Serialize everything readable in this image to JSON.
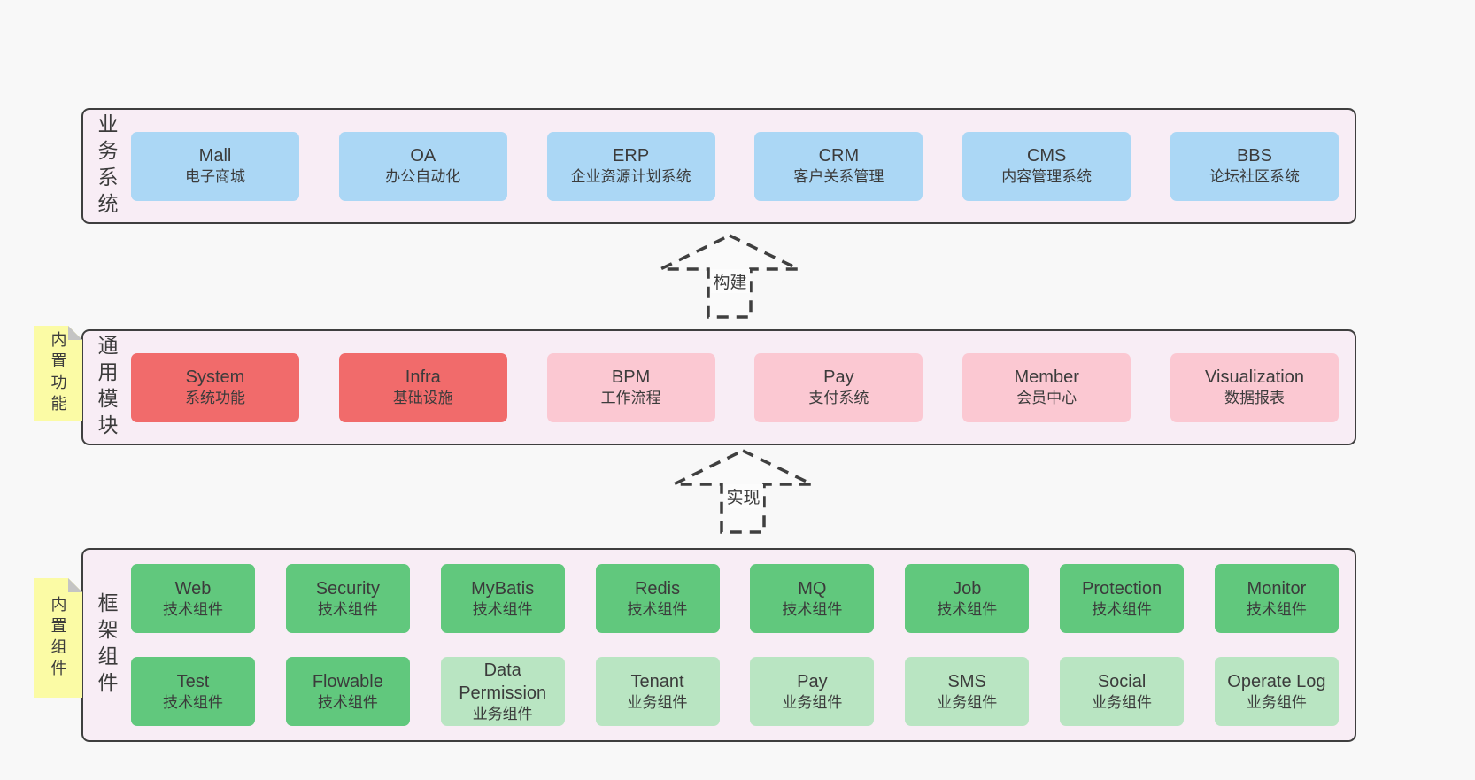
{
  "colors": {
    "page_bg": "#f8f8f8",
    "band_bg": "#f8edf5",
    "band_border": "#3f3f3f",
    "text": "#3b3b3b",
    "blue": "#abd7f5",
    "red": "#f16b6b",
    "pink": "#fbc8d2",
    "green_dark": "#61c87d",
    "green_light": "#b9e5c2",
    "sticky_yellow": "#fbfba5",
    "sticky_fold": "#c4c4c4"
  },
  "bands": [
    {
      "label": "业务系统",
      "sticky": null,
      "rows": [
        [
          {
            "name": "Mall",
            "desc": "电子商城",
            "variant": "blue"
          },
          {
            "name": "OA",
            "desc": "办公自动化",
            "variant": "blue"
          },
          {
            "name": "ERP",
            "desc": "企业资源计划系统",
            "variant": "blue"
          },
          {
            "name": "CRM",
            "desc": "客户关系管理",
            "variant": "blue"
          },
          {
            "name": "CMS",
            "desc": "内容管理系统",
            "variant": "blue"
          },
          {
            "name": "BBS",
            "desc": "论坛社区系统",
            "variant": "blue"
          }
        ]
      ]
    },
    {
      "label": "通用模块",
      "sticky": "内置功能",
      "rows": [
        [
          {
            "name": "System",
            "desc": "系统功能",
            "variant": "red"
          },
          {
            "name": "Infra",
            "desc": "基础设施",
            "variant": "red"
          },
          {
            "name": "BPM",
            "desc": "工作流程",
            "variant": "pink"
          },
          {
            "name": "Pay",
            "desc": "支付系统",
            "variant": "pink"
          },
          {
            "name": "Member",
            "desc": "会员中心",
            "variant": "pink"
          },
          {
            "name": "Visualization",
            "desc": "数据报表",
            "variant": "pink"
          }
        ]
      ]
    },
    {
      "label": "框架组件",
      "sticky": "内置组件",
      "rows": [
        [
          {
            "name": "Web",
            "desc": "技术组件",
            "variant": "green"
          },
          {
            "name": "Security",
            "desc": "技术组件",
            "variant": "green"
          },
          {
            "name": "MyBatis",
            "desc": "技术组件",
            "variant": "green"
          },
          {
            "name": "Redis",
            "desc": "技术组件",
            "variant": "green"
          },
          {
            "name": "MQ",
            "desc": "技术组件",
            "variant": "green"
          },
          {
            "name": "Job",
            "desc": "技术组件",
            "variant": "green"
          },
          {
            "name": "Protection",
            "desc": "技术组件",
            "variant": "green"
          },
          {
            "name": "Monitor",
            "desc": "技术组件",
            "variant": "green"
          }
        ],
        [
          {
            "name": "Test",
            "desc": "技术组件",
            "variant": "green"
          },
          {
            "name": "Flowable",
            "desc": "技术组件",
            "variant": "green"
          },
          {
            "name": "Data Permission",
            "desc": "业务组件",
            "variant": "green-light"
          },
          {
            "name": "Tenant",
            "desc": "业务组件",
            "variant": "green-light"
          },
          {
            "name": "Pay",
            "desc": "业务组件",
            "variant": "green-light"
          },
          {
            "name": "SMS",
            "desc": "业务组件",
            "variant": "green-light"
          },
          {
            "name": "Social",
            "desc": "业务组件",
            "variant": "green-light"
          },
          {
            "name": "Operate Log",
            "desc": "业务组件",
            "variant": "green-light"
          }
        ]
      ]
    }
  ],
  "arrows": [
    {
      "label": "构建"
    },
    {
      "label": "实现"
    }
  ]
}
